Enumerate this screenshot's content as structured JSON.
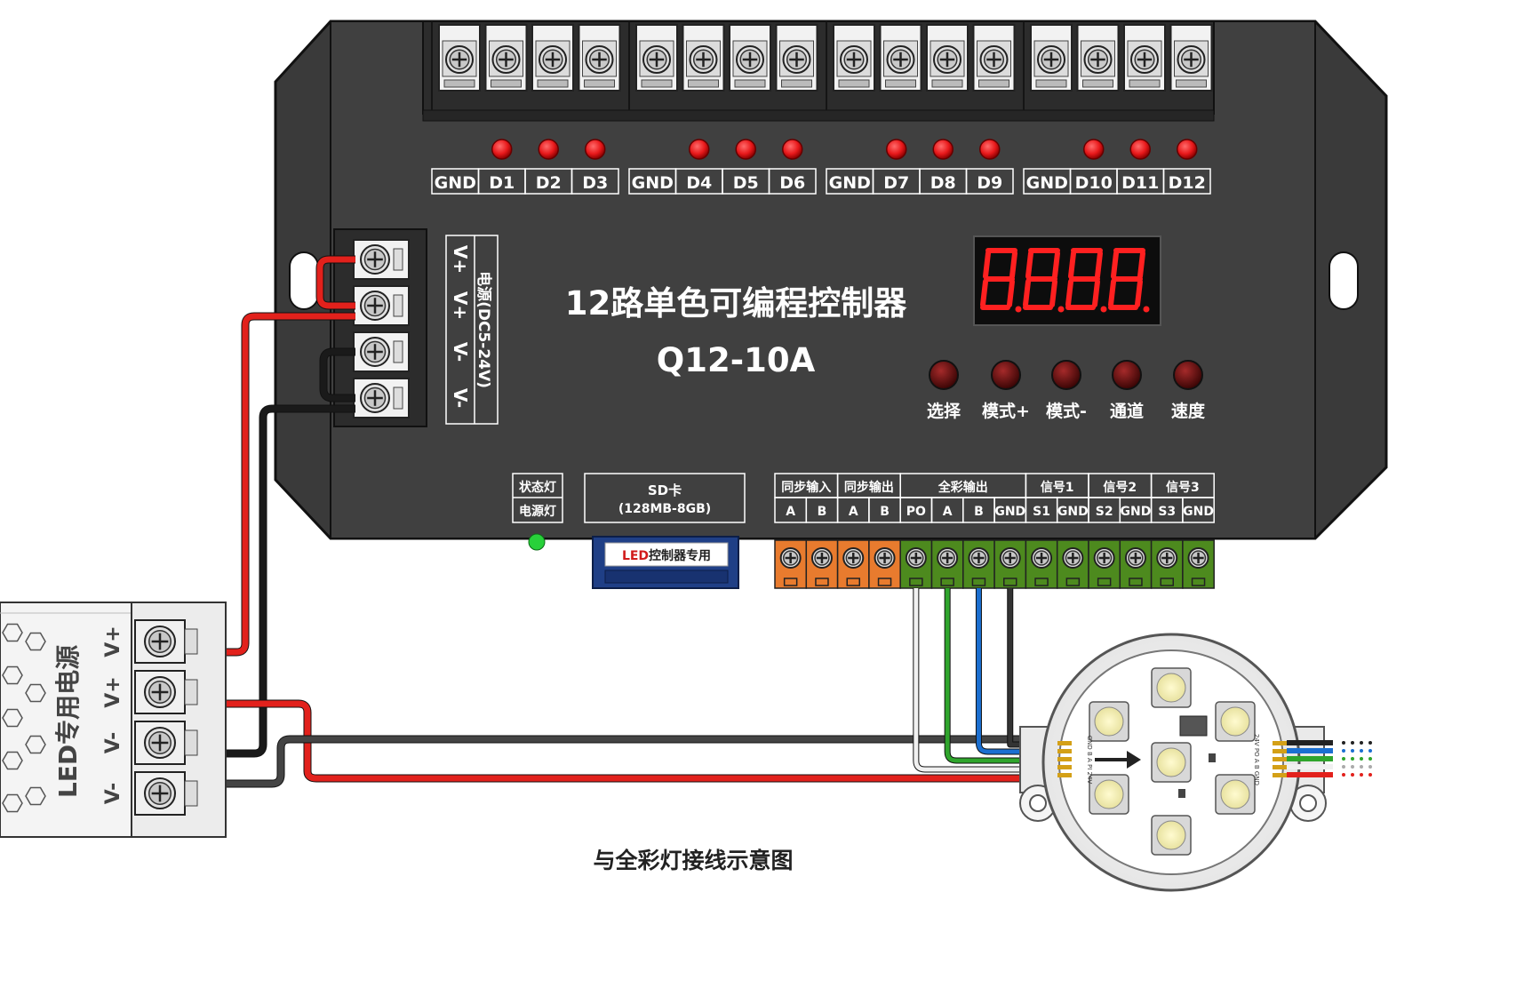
{
  "controller": {
    "title": "12路单色可编程控制器",
    "model": "Q12-10A",
    "display_digits": "8.8.8.8.",
    "output_groups": [
      {
        "labels": [
          "GND",
          "D1",
          "D2",
          "D3"
        ]
      },
      {
        "labels": [
          "GND",
          "D4",
          "D5",
          "D6"
        ]
      },
      {
        "labels": [
          "GND",
          "D7",
          "D8",
          "D9"
        ]
      },
      {
        "labels": [
          "GND",
          "D10",
          "D11",
          "D12"
        ]
      }
    ],
    "power_terminal": {
      "labels": [
        "V+",
        "V+",
        "V-",
        "V-"
      ],
      "caption": "电源(DC5-24V)"
    },
    "buttons": [
      "选择",
      "模式+",
      "模式-",
      "通道",
      "速度"
    ],
    "status_light_label": "状态灯",
    "power_light_label": "电源灯",
    "sd_slot": {
      "line1": "SD卡",
      "line2": "(128MB-8GB)"
    },
    "sd_card_text": {
      "led": "LED",
      "rest": "控制器专用"
    },
    "signal_table": {
      "groups": [
        {
          "name": "同步输入",
          "pins": [
            "A",
            "B"
          ]
        },
        {
          "name": "同步输出",
          "pins": [
            "A",
            "B"
          ]
        },
        {
          "name": "全彩输出",
          "pins": [
            "PO",
            "A",
            "B",
            "GND"
          ]
        },
        {
          "name": "信号1",
          "pins": [
            "S1",
            "GND"
          ]
        },
        {
          "name": "信号2",
          "pins": [
            "S2",
            "GND"
          ]
        },
        {
          "name": "信号3",
          "pins": [
            "S3",
            "GND"
          ]
        }
      ]
    }
  },
  "power_supply": {
    "label": "LED专用电源",
    "terminals": [
      "V+",
      "V+",
      "V-",
      "V-"
    ]
  },
  "lamp": {
    "left_pin_text": "GND B A PI 24V",
    "right_pin_text": "24V PO A B GND"
  },
  "caption": "与全彩灯接线示意图",
  "colors": {
    "body": "#3d3d3d",
    "red_wire": "#e2211c",
    "black_wire": "#1a1a1a",
    "green_wire": "#2fa52c",
    "blue_wire": "#1b6fd1",
    "white_wire": "#f0f0f0",
    "orange_terminal": "#e87b2e",
    "green_terminal": "#4d8a1e",
    "led_red": "#e8191b",
    "display_segment": "#ff2020"
  }
}
